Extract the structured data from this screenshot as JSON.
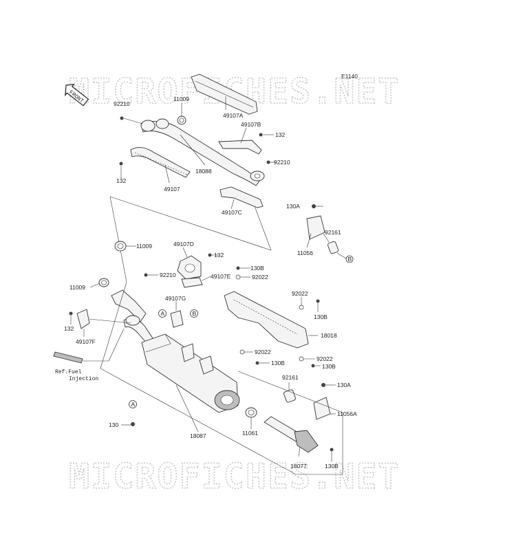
{
  "diagram_code": "E1140",
  "watermark": "MICROFICHES.NET",
  "front_badge": "FRONT",
  "circle_markers": {
    "a": "A",
    "b": "B"
  },
  "ref_note": {
    "line1": "Ref.Fuel",
    "line2": "Injection"
  },
  "parts": {
    "p49107A": "49107A",
    "p11009_top": "11009",
    "p92210_top": "92210",
    "p49107B": "49107B",
    "p132_top_right": "132",
    "p92210_mid": "92210",
    "p18088": "18088",
    "p132_left": "132",
    "p49107": "49107",
    "p49107C": "49107C",
    "p130A_top": "130A",
    "p92161_top": "92161",
    "p11056": "11056",
    "p11009_mid": "11009",
    "p49107D": "49107D",
    "p132_mid": "132",
    "p130B_1": "130B",
    "p92022_1": "92022",
    "p92210_low": "92210",
    "p49107E": "49107E",
    "p11009_left": "11009",
    "p49107G": "49107G",
    "p92022_2": "92022",
    "p130B_2": "130B",
    "p132_low": "132",
    "p49107F": "49107F",
    "p18018": "18018",
    "p92022_3": "92022",
    "p130B_3": "130B",
    "p92022_4": "92022",
    "p130B_4": "130B",
    "p92161_low": "92161",
    "p130A_low": "130A",
    "p11056A": "11056A",
    "p130": "130",
    "p18087": "18087",
    "p11061": "11061",
    "p18077": "18077",
    "p130B_5": "130B"
  }
}
